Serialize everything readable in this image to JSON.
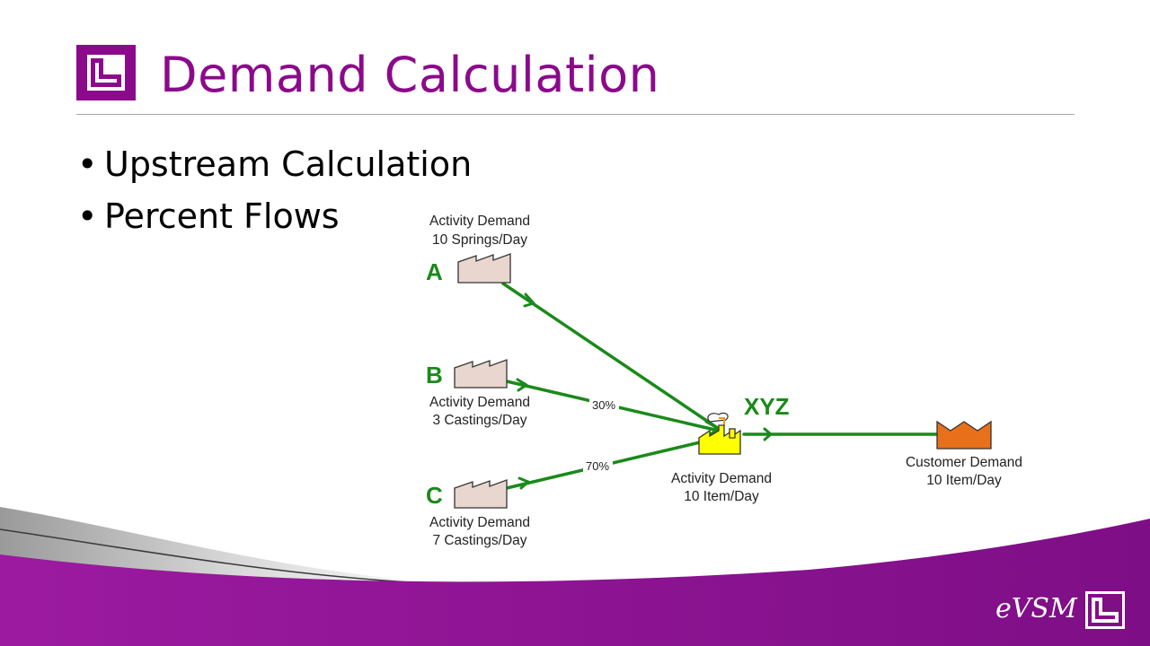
{
  "header": {
    "title": "Demand Calculation"
  },
  "bullets": [
    "Upstream Calculation",
    "Percent Flows"
  ],
  "diagram": {
    "suppliers": [
      {
        "letter": "A",
        "demand_label": "Activity Demand",
        "demand_value": "10 Springs/Day"
      },
      {
        "letter": "B",
        "demand_label": "Activity Demand",
        "demand_value": "3 Castings/Day",
        "flow_percent": "30%"
      },
      {
        "letter": "C",
        "demand_label": "Activity Demand",
        "demand_value": "7 Castings/Day",
        "flow_percent": "70%"
      }
    ],
    "process": {
      "name": "XYZ",
      "demand_label": "Activity Demand",
      "demand_value": "10 Item/Day"
    },
    "customer": {
      "demand_label": "Customer Demand",
      "demand_value": "10 Item/Day"
    },
    "colors": {
      "flow": "#1a8a1a",
      "supplier_fill": "#e8d6cf",
      "process_fill": "#ffff00",
      "customer_fill": "#e8701a"
    }
  },
  "footer": {
    "brand": "eVSM"
  },
  "colors": {
    "accent": "#8b0a8b"
  }
}
